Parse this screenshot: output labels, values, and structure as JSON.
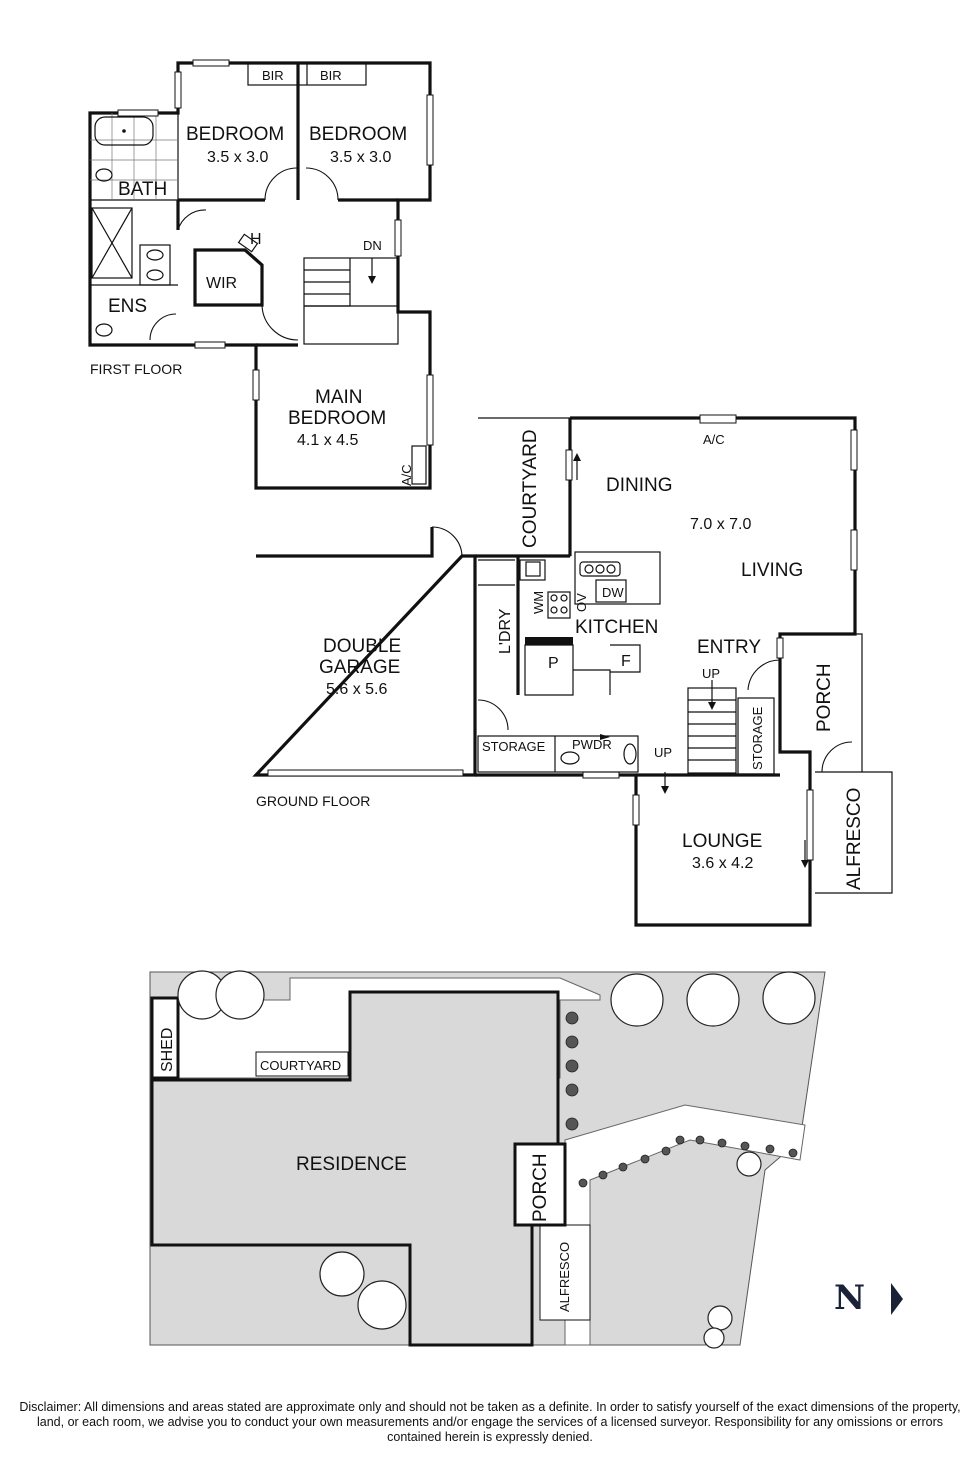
{
  "first_floor": {
    "label": "FIRST FLOOR",
    "rooms": {
      "bir_1": "BIR",
      "bir_2": "BIR",
      "bedroom_2": {
        "name": "BEDROOM",
        "size": "3.5 x 3.0"
      },
      "bedroom_3": {
        "name": "BEDROOM",
        "size": "3.5 x 3.0"
      },
      "bath": "BATH",
      "ens": "ENS",
      "wir": "WIR",
      "h": "H",
      "dn": "DN",
      "main_bedroom": {
        "name_1": "MAIN",
        "name_2": "BEDROOM",
        "size": "4.1 x 4.5"
      },
      "ac": "A/C"
    }
  },
  "ground_floor": {
    "label": "GROUND FLOOR",
    "rooms": {
      "courtyard": "COURTYARD",
      "dining": "DINING",
      "ac": "A/C",
      "living_size": "7.0 x 7.0",
      "living": "LIVING",
      "double_garage": {
        "name_1": "DOUBLE",
        "name_2": "GARAGE",
        "size": "5.6 x 5.6"
      },
      "ldry": "L'DRY",
      "wm": "WM",
      "ov": "OV",
      "dw": "DW",
      "kitchen": "KITCHEN",
      "p": "P",
      "f": "F",
      "entry": "ENTRY",
      "up_1": "UP",
      "porch": "PORCH",
      "storage_1": "STORAGE",
      "pwdr": "PWDR",
      "storage_2": "STORAGE",
      "up_2": "UP",
      "lounge": {
        "name": "LOUNGE",
        "size": "3.6 x 4.2"
      },
      "alfresco": "ALFRESCO"
    }
  },
  "site_plan": {
    "shed": "SHED",
    "courtyard": "COURTYARD",
    "residence": "RESIDENCE",
    "porch": "PORCH",
    "alfresco": "ALFRESCO"
  },
  "north": "N",
  "disclaimer": "Disclaimer: All dimensions and areas stated are approximate only and should not be taken as a definite. In order to satisfy yourself of the exact dimensions of the property, land, or each room, we advise you to conduct your own measurements and/or engage the services of a licensed surveyor. Responsibility for any omissions or errors contained herein is expressly denied.",
  "colors": {
    "wall": "#111111",
    "site_fill": "#d9d9d9",
    "north_mark": "#1a2238"
  }
}
